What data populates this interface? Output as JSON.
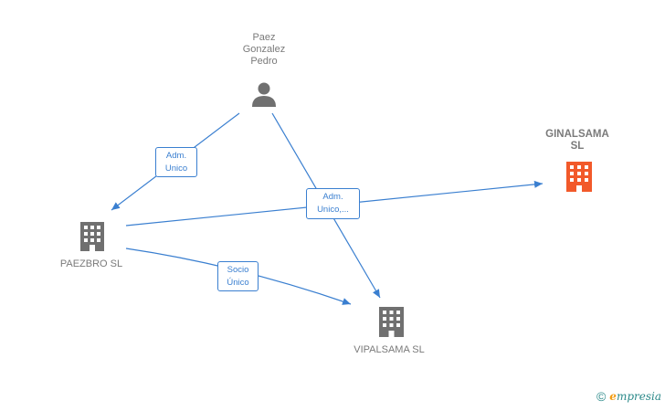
{
  "nodes": {
    "person": {
      "label": "Paez\nGonzalez\nPedro",
      "type": "person"
    },
    "paezbro": {
      "label": "PAEZBRO  SL",
      "type": "company"
    },
    "ginalsama": {
      "label": "GINALSAMA\nSL",
      "type": "company-highlight"
    },
    "vipalsama": {
      "label": "VIPALSAMA  SL",
      "type": "company"
    }
  },
  "edges": {
    "person_paezbro": "Adm.\nUnico",
    "person_multi": "Adm.\nUnico,...",
    "paezbro_vipalsama": "Socio\nÚnico"
  },
  "footer": {
    "copyright": "©",
    "brand_initial": "e",
    "brand_rest": "mpresia"
  },
  "colors": {
    "edge": "#3a7fd0",
    "company": "#707070",
    "highlight": "#f2592a",
    "person": "#707070"
  }
}
